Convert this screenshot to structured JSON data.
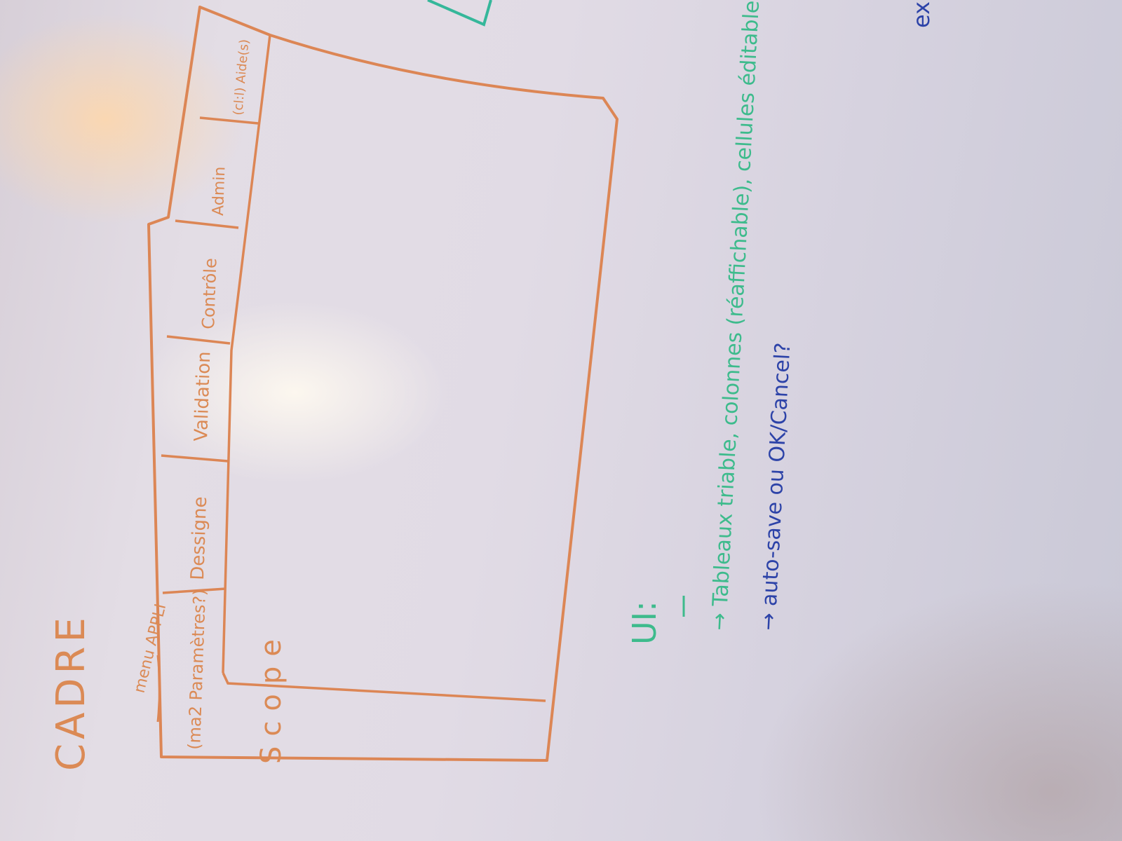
{
  "colors": {
    "orange_marker": "#db8a55",
    "green_marker": "#3dbb8c",
    "blue_marker": "#2d43a8"
  },
  "sketch": {
    "title": "CADRE",
    "annotation": "menu APPLI",
    "tabs": [
      "(ma2 Paramètres?)",
      "Dessigne",
      "Validation",
      "Contrôle",
      "Admin",
      "(cl:l) Aide(s)"
    ],
    "sidebar_label": "Scope"
  },
  "notes": {
    "heading": "UI:",
    "line1": "→ Tableaux triable, colonnes (réaffichable), cellules éditable",
    "line2": "→ auto-save ou OK/Cancel?",
    "corner_fragment": "ex"
  }
}
